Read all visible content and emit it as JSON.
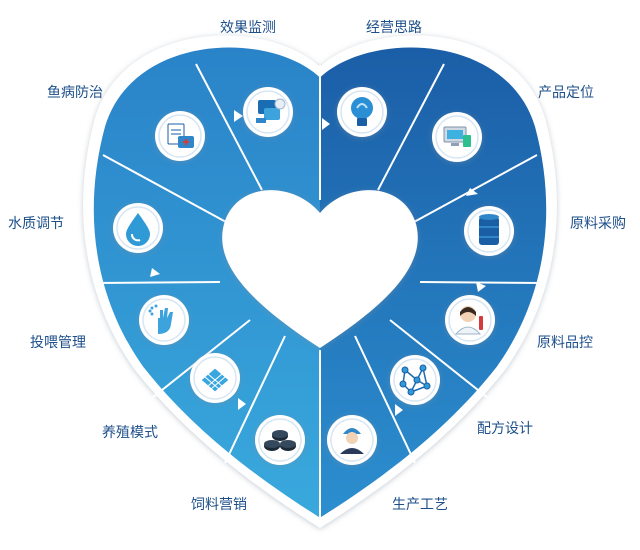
{
  "segments": [
    {
      "label": "效果监测",
      "icon": "monitor-tools-icon"
    },
    {
      "label": "经营思路",
      "icon": "lightbulb-icon"
    },
    {
      "label": "产品定位",
      "icon": "computer-icon"
    },
    {
      "label": "原料采购",
      "icon": "barrel-icon"
    },
    {
      "label": "原料品控",
      "icon": "scientist-icon"
    },
    {
      "label": "配方设计",
      "icon": "molecule-icon"
    },
    {
      "label": "生产工艺",
      "icon": "worker-icon"
    },
    {
      "label": "饲料营销",
      "icon": "feed-pellets-icon"
    },
    {
      "label": "养殖模式",
      "icon": "pond-grid-icon"
    },
    {
      "label": "投喂管理",
      "icon": "hand-feeding-icon"
    },
    {
      "label": "水质调节",
      "icon": "water-drop-icon"
    },
    {
      "label": "鱼病防治",
      "icon": "medical-kit-icon"
    }
  ],
  "colors": {
    "accent_light": "#2f9ad6",
    "accent_dark": "#1a5ea6",
    "label": "#1d4f8a"
  }
}
